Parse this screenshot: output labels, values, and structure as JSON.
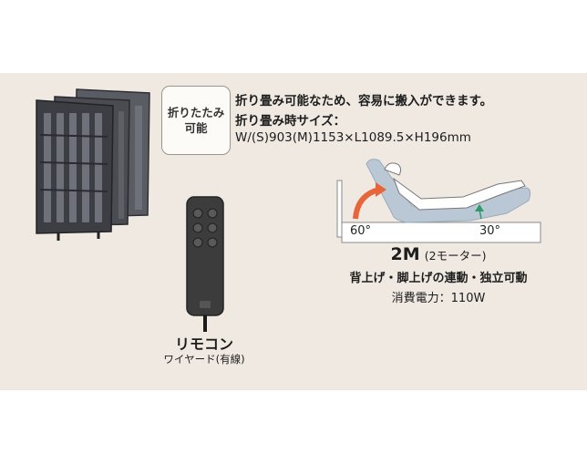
{
  "badge": {
    "line1": "折りたたみ",
    "line2": "可能"
  },
  "folding": {
    "line1": "折り畳み可能なため、容易に搬入ができます。",
    "line2": "折り畳み時サイズ：",
    "line3": "W/(S)903(M)1153×L1089.5×H196mm"
  },
  "bed": {
    "angle_back": "60°",
    "angle_leg": "30°",
    "arrow_back_color": "#e8653a",
    "arrow_leg_color": "#2e9a6a"
  },
  "spec": {
    "motor_main": "2M",
    "motor_sub": "(2モーター)",
    "feature": "背上げ・脚上げの連動・独立可動",
    "power": "消費電力：110W"
  },
  "remote": {
    "title": "リモコン",
    "subtitle": "ワイヤード(有線)"
  }
}
